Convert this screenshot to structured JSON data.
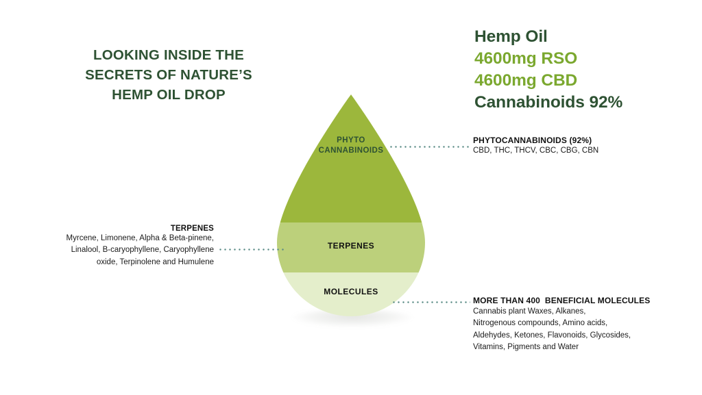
{
  "headline": {
    "lines": [
      "LOOKING INSIDE THE",
      "SECRETS OF NATURE’S",
      "HEMP OIL DROP"
    ]
  },
  "product_header": {
    "lines": [
      {
        "text": "Hemp Oil",
        "tone": "dark"
      },
      {
        "text": "4600mg RSO",
        "tone": "green"
      },
      {
        "text": "4600mg CBD",
        "tone": "green"
      },
      {
        "text": "Cannabinoids 92%",
        "tone": "dark"
      }
    ]
  },
  "droplet": {
    "bands": [
      {
        "name": "phytocannabinoids",
        "label_lines": [
          "PHYTO",
          "CANNABINOIDS"
        ],
        "color": "#9CB73C"
      },
      {
        "name": "terpenes",
        "label": "TERPENES",
        "color": "#BCD07B"
      },
      {
        "name": "molecules",
        "label": "MOLECULES",
        "color": "#E4EECB"
      }
    ]
  },
  "callouts": {
    "phytocannabinoids": {
      "title": "PHYTOCANNABINOIDS (92%)",
      "body": [
        "CBD, THC, THCV, CBC, CBG, CBN"
      ]
    },
    "terpenes": {
      "title": "TERPENES",
      "body": [
        "Myrcene, Limonene, Alpha & Beta-pinene,",
        "Linalool, B-caryophyllene, Caryophyllene",
        "oxide, Terpinolene and Humulene"
      ]
    },
    "molecules": {
      "title": "MORE THAN 400  BENEFICIAL MOLECULES",
      "body": [
        "Cannabis plant Waxes, Alkanes,",
        "Nitrogenous compounds, Amino acids,",
        "Aldehydes, Ketones, Flavonoids, Glycosides,",
        "Vitamins, Pigments and Water"
      ]
    }
  },
  "colors": {
    "dark_green": "#2E5233",
    "accent_green": "#7BA82F",
    "band_top": "#9CB73C",
    "band_middle": "#BCD07B",
    "band_bottom": "#E4EECB",
    "connector": "#5B8C86",
    "background": "#FFFFFF"
  }
}
